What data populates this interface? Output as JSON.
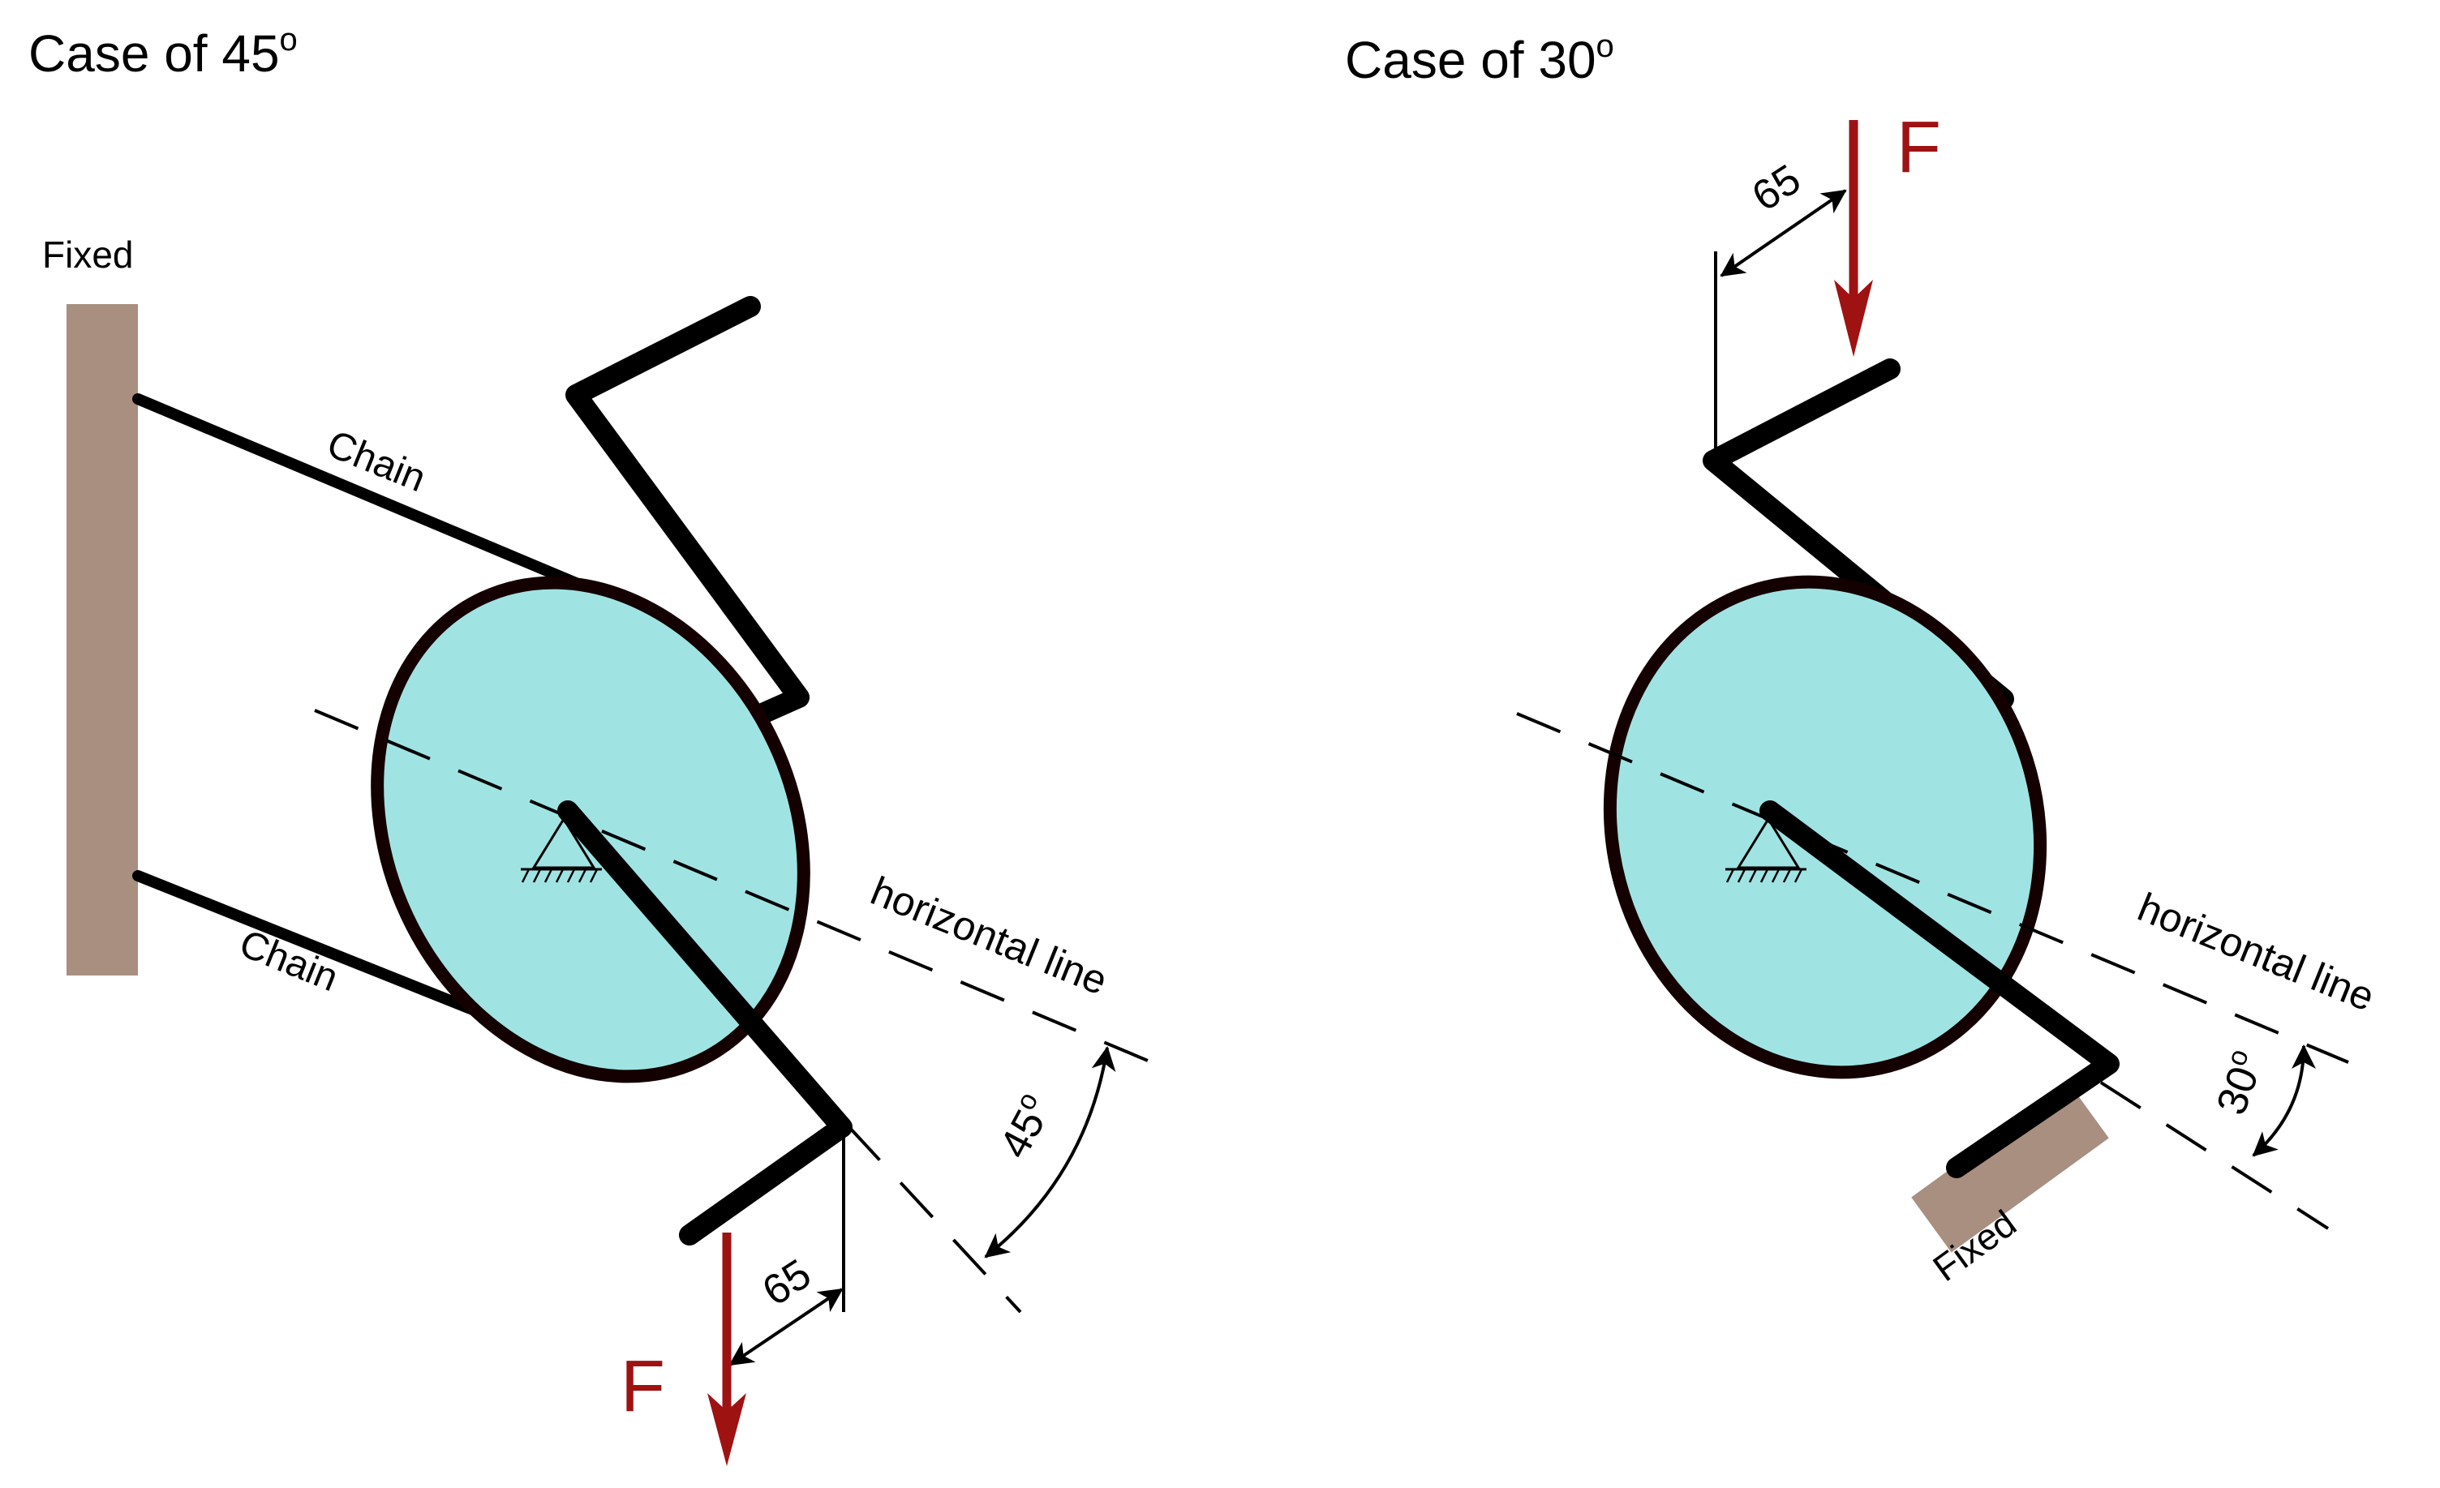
{
  "colors": {
    "disc_fill": "#a0e3e3",
    "outline": "#000000",
    "support": "#a88f80",
    "force": "#9e1212"
  },
  "left_case": {
    "title": "Case of 45",
    "title_sup": "o",
    "fixed_label": "Fixed",
    "chain_upper_label": "Chain",
    "chain_lower_label": "Chain",
    "horizontal_label": "horizontal line",
    "angle_value": "45",
    "angle_sup": "o",
    "dimension": "65",
    "force_label": "F"
  },
  "right_case": {
    "title": "Case of 30",
    "title_sup": "o",
    "fixed_label": "Fixed",
    "horizontal_label": "horizontal line",
    "angle_value": "30",
    "angle_sup": "o",
    "dimension": "65",
    "force_label": "F"
  }
}
